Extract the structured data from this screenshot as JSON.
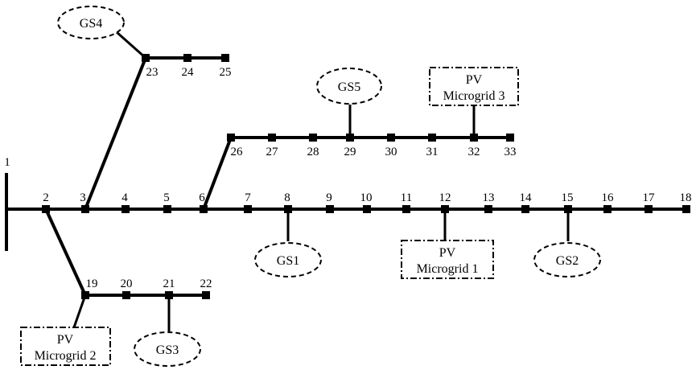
{
  "buses": [
    "1",
    "2",
    "3",
    "4",
    "5",
    "6",
    "7",
    "8",
    "9",
    "10",
    "11",
    "12",
    "13",
    "14",
    "15",
    "16",
    "17",
    "18",
    "19",
    "20",
    "21",
    "22",
    "23",
    "24",
    "25",
    "26",
    "27",
    "28",
    "29",
    "30",
    "31",
    "32",
    "33"
  ],
  "generators": {
    "gs1": "GS1",
    "gs2": "GS2",
    "gs3": "GS3",
    "gs4": "GS4",
    "gs5": "GS5"
  },
  "microgrids": {
    "mg1": {
      "line1": "PV",
      "line2": "Microgrid 1"
    },
    "mg2": {
      "line1": "PV",
      "line2": "Microgrid 2"
    },
    "mg3": {
      "line1": "PV",
      "line2": "Microgrid 3"
    }
  }
}
